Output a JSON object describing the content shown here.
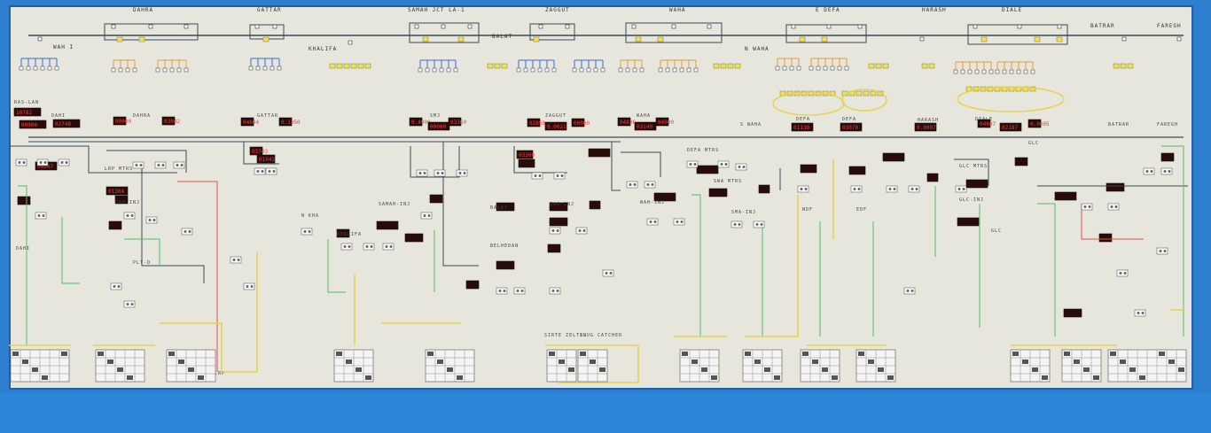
{
  "stations": {
    "top": [
      "DAHRA",
      "GATTAR",
      "SAMAH JCT LA-1",
      "ZAGGUT",
      "WAHA",
      "E DEFA",
      "HARASH",
      "DIALE"
    ],
    "upper": [
      "WAH I",
      "KHALIFA",
      "BALAT",
      "N WAHA",
      "BATRAR",
      "FAREGH"
    ],
    "middle": [
      "RAS-LAN",
      "DAHI",
      "DAHRA",
      "GATTAR",
      "SMJ",
      "ZAGGUT",
      "WAHA",
      "S WAHA",
      "DEFA",
      "DEFA",
      "HARASH",
      "DIALE",
      "BATRAR",
      "FAREGH"
    ],
    "lower": [
      "LRP MTRS",
      "DAH-INJ",
      "DAHI",
      "PLT-D",
      "N KHA",
      "SAMAH-INJ",
      "KHALIFA",
      "BALAT",
      "ZAG-INJ",
      "BELHEDAN",
      "WAH-INJ",
      "DEFA MTRS",
      "SWA MTRS",
      "SMA-INJ",
      "NDF",
      "EDF",
      "GLC",
      "GLC MTRS",
      "GLC-INJ",
      "GLC"
    ],
    "bottom": [
      "SIRTE ZELTEN",
      "SLUG CATCHER",
      "LRP"
    ]
  },
  "displays": [
    "10782",
    "00000",
    "02748",
    "00000",
    "03042",
    "04684",
    "0.1350",
    "0.4900",
    "00000",
    "03360",
    "02850",
    "0.0021",
    "00000",
    "04836",
    "03140",
    "04000",
    "01130",
    "03070",
    "0.0007",
    "04007",
    "02187",
    "0.0005",
    "04007",
    "01304",
    "03743",
    "01043",
    "03300"
  ],
  "colors": {
    "panel": "#e6e6dd",
    "frame": "#2f7fd0",
    "line_main": "#3a4a5a",
    "line_blue": "#3b6fd6",
    "line_orange": "#e69a3a",
    "line_yellow": "#e9d24a",
    "line_green": "#4fbf6a",
    "line_red": "#e05050",
    "led_bg": "#2a0b0b",
    "led_fg": "#ff3b2f",
    "lamp_yellow": "#f0e44a"
  }
}
